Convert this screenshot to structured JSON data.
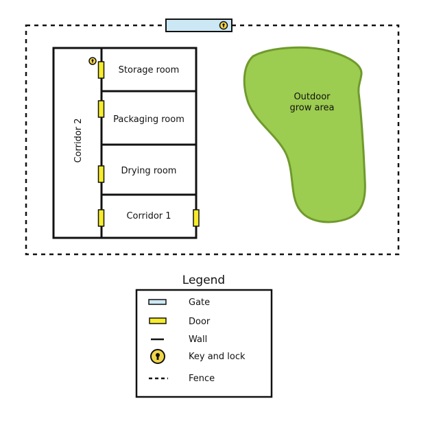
{
  "rooms": {
    "storage": "Storage room",
    "packaging": "Packaging room",
    "drying": "Drying room",
    "corridor1": "Corridor 1",
    "corridor2": "Corridor 2"
  },
  "outdoor": {
    "line1": "Outdoor",
    "line2": "grow area"
  },
  "legend": {
    "title": "Legend",
    "gate": "Gate",
    "door": "Door",
    "wall": "Wall",
    "key_lock": "Key and lock",
    "fence": "Fence"
  },
  "colors": {
    "gate": "#cde8f5",
    "door": "#f6ec2a",
    "lock": "#f1d548",
    "grow_fill": "#9ccc50",
    "grow_stroke": "#6f9a2c",
    "line": "#111111"
  }
}
